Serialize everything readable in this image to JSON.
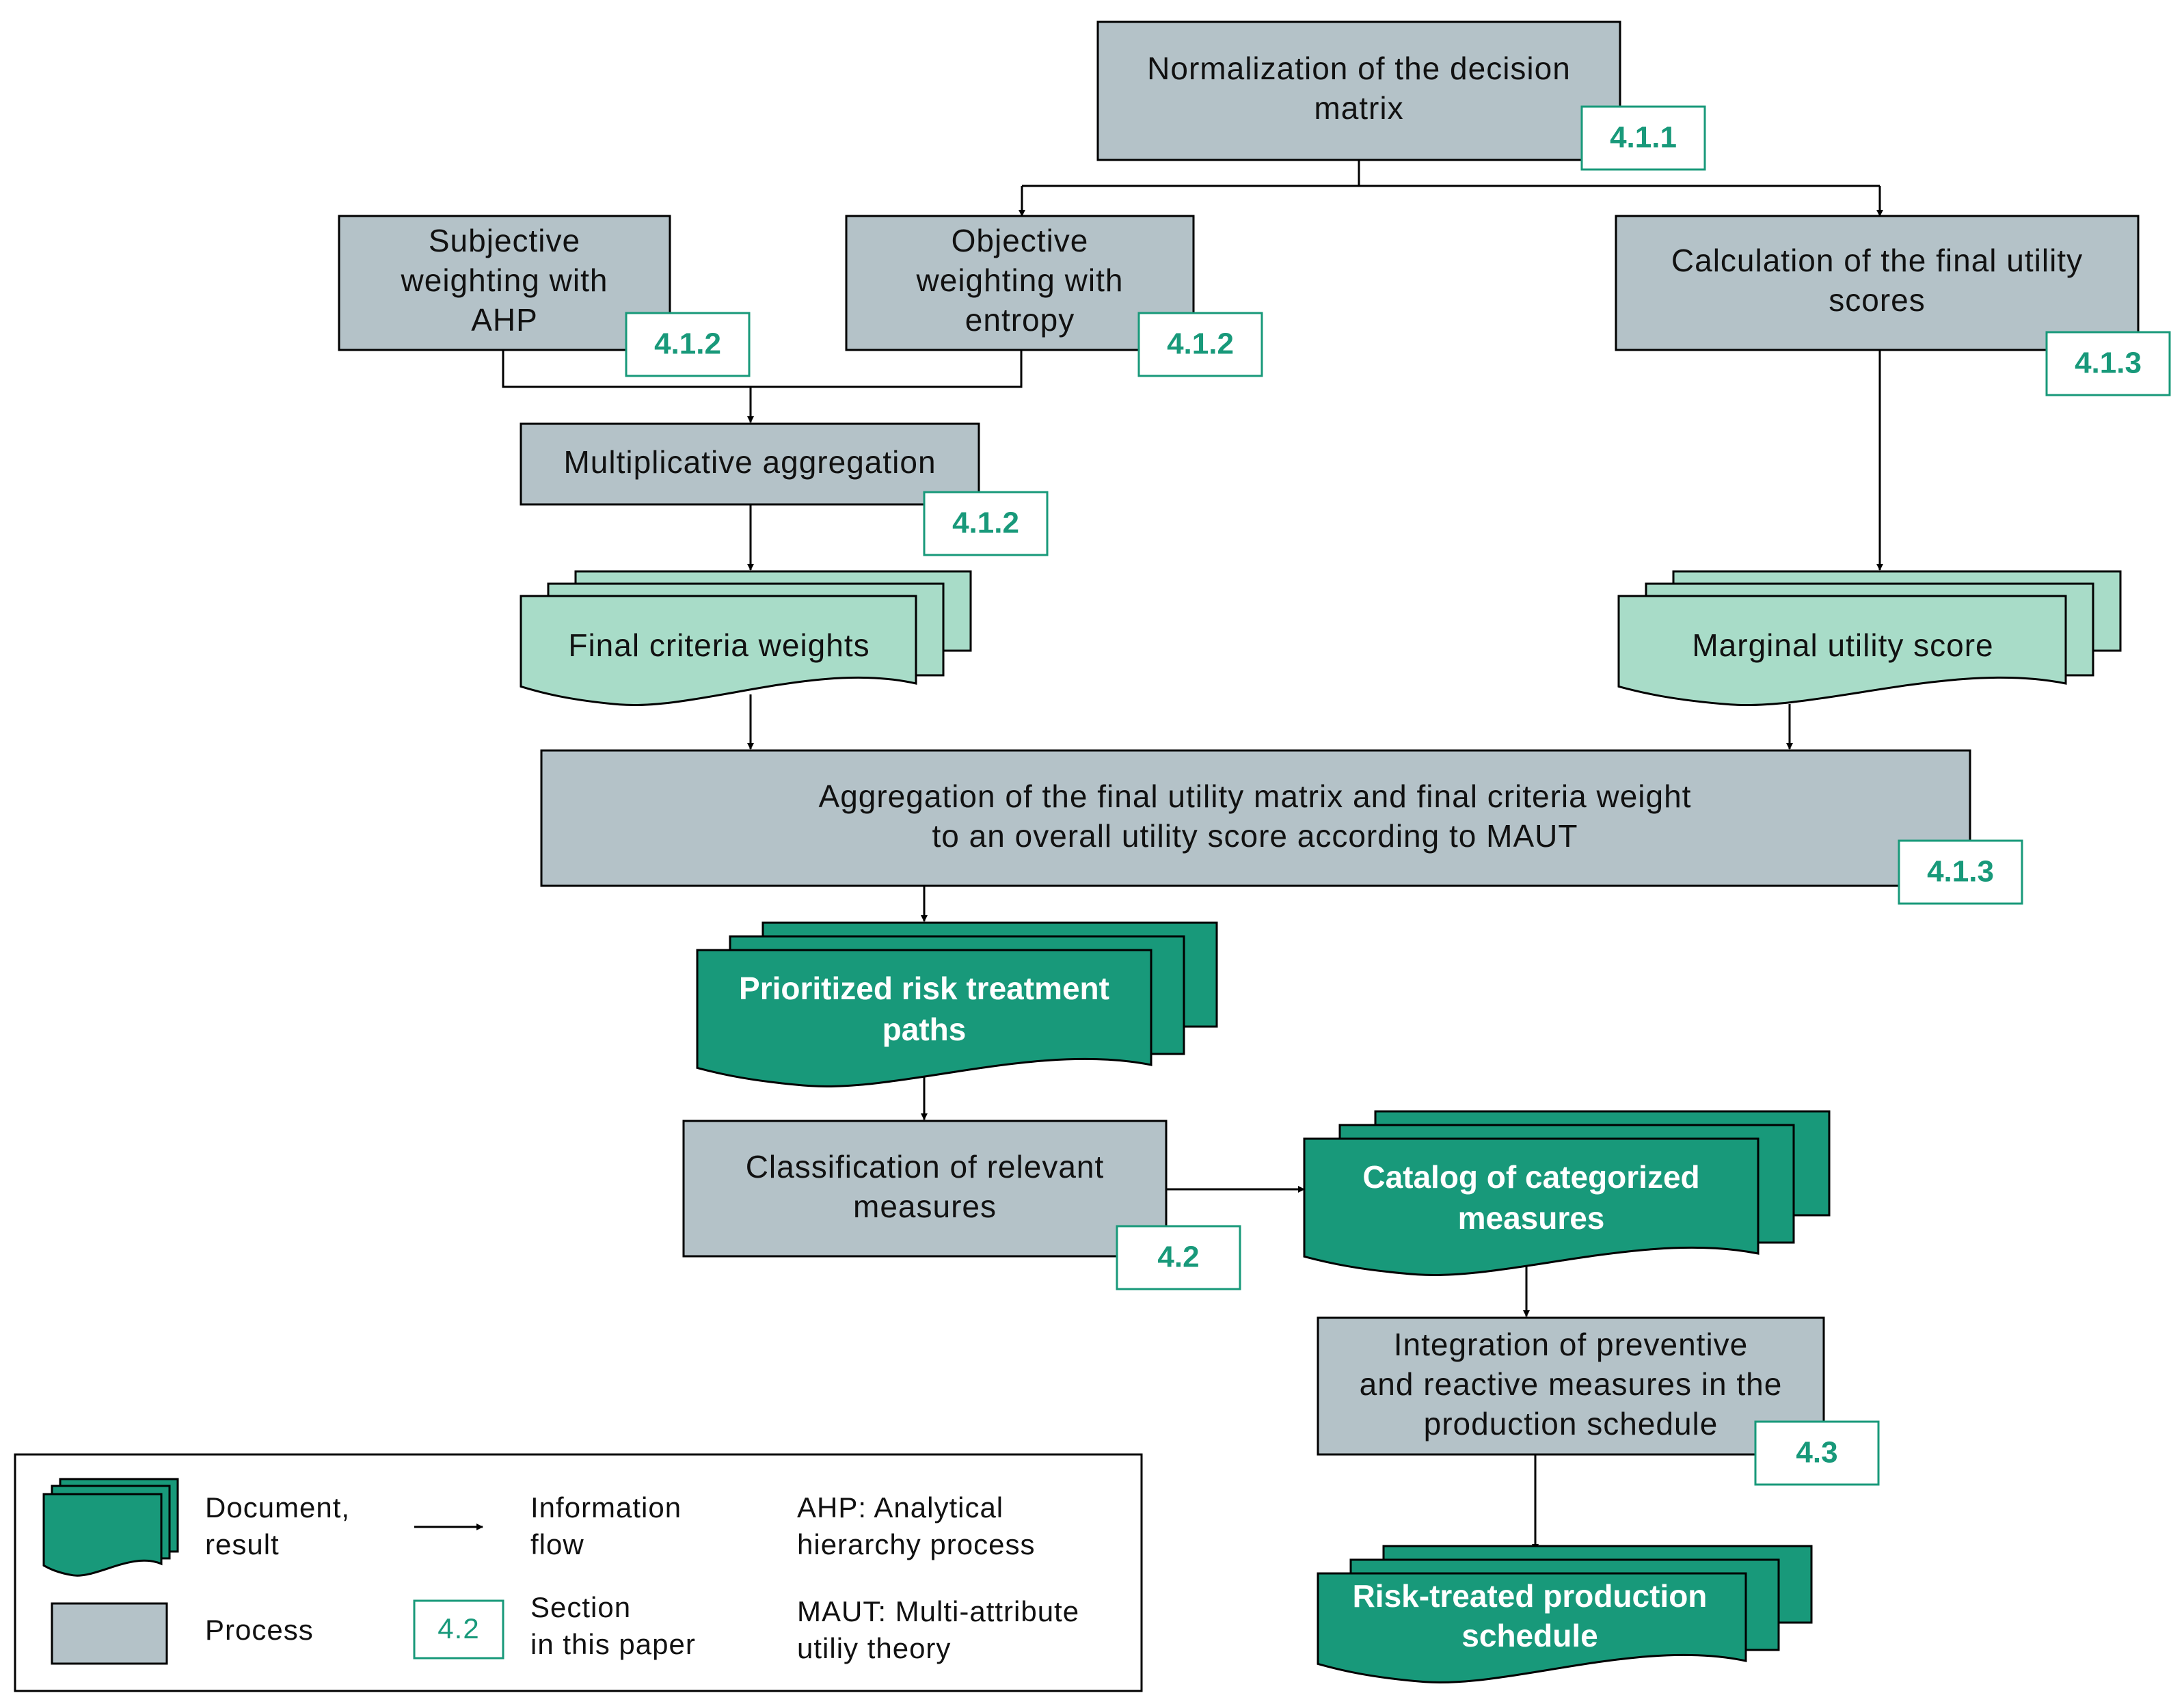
{
  "colors": {
    "process": "#b4c2c8",
    "doc_light": "#a8dcc8",
    "doc_dark": "#18997a",
    "badge_border": "#18997a",
    "badge_text": "#18997a",
    "line": "#000000"
  },
  "processes": {
    "normalization": [
      "Normalization of the decision",
      "matrix"
    ],
    "subjective": [
      "Subjective",
      "weighting with",
      "AHP"
    ],
    "objective": [
      "Objective",
      "weighting with",
      "entropy"
    ],
    "calculation": [
      "Calculation of the final utility",
      "scores"
    ],
    "multiplicative": [
      "Multiplicative aggregation"
    ],
    "aggregation": [
      "Aggregation of the final utility matrix and final criteria weight",
      "to an overall utility score according to MAUT"
    ],
    "classification": [
      "Classification of relevant",
      "measures"
    ],
    "integration": [
      "Integration of preventive",
      "and reactive measures in the",
      "production schedule"
    ]
  },
  "documents": {
    "final_weights": [
      "Final criteria weights"
    ],
    "marginal": [
      "Marginal utility score"
    ],
    "prioritized": [
      "Prioritized risk treatment",
      "paths"
    ],
    "catalog": [
      "Catalog of categorized",
      "measures"
    ],
    "risk_treated": [
      "Risk-treated production",
      "schedule"
    ]
  },
  "badges": {
    "normalization": "4.1.1",
    "subjective": "4.1.2",
    "objective": "4.1.2",
    "calculation": "4.1.3",
    "multiplicative": "4.1.2",
    "aggregation": "4.1.3",
    "classification": "4.2",
    "integration": "4.3"
  },
  "legend": {
    "document": [
      "Document,",
      "result"
    ],
    "process": [
      "Process"
    ],
    "flow": [
      "Information",
      "flow"
    ],
    "section_badge": "4.2",
    "section": [
      "Section",
      "in this paper"
    ],
    "ahp": [
      "AHP: Analytical",
      "hierarchy process"
    ],
    "maut": [
      "MAUT: Multi-attribute",
      "utiliy theory"
    ]
  }
}
